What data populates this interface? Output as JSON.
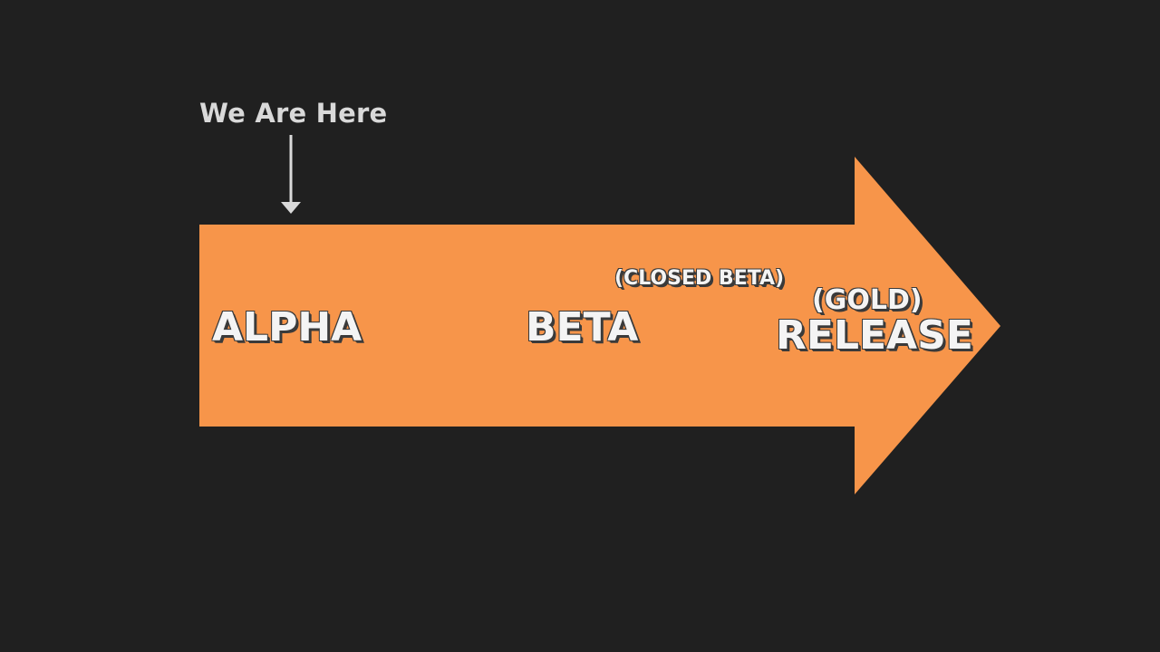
{
  "diagram": {
    "marker": {
      "label": "We Are Here"
    },
    "stages": {
      "alpha": "ALPHA",
      "beta": "BETA",
      "closed_beta": "(CLOSED BETA)",
      "gold": "(GOLD)",
      "release": "RELEASE"
    }
  },
  "colors": {
    "background": "#202020",
    "arrow_fill": "#f7954a",
    "marker_text": "#d9d9d9",
    "label_text": "#f4f4f4",
    "label_shadow": "#3a3a3a"
  },
  "icons": {
    "marker_arrow": "down-arrow-icon",
    "timeline": "right-arrow-icon"
  }
}
